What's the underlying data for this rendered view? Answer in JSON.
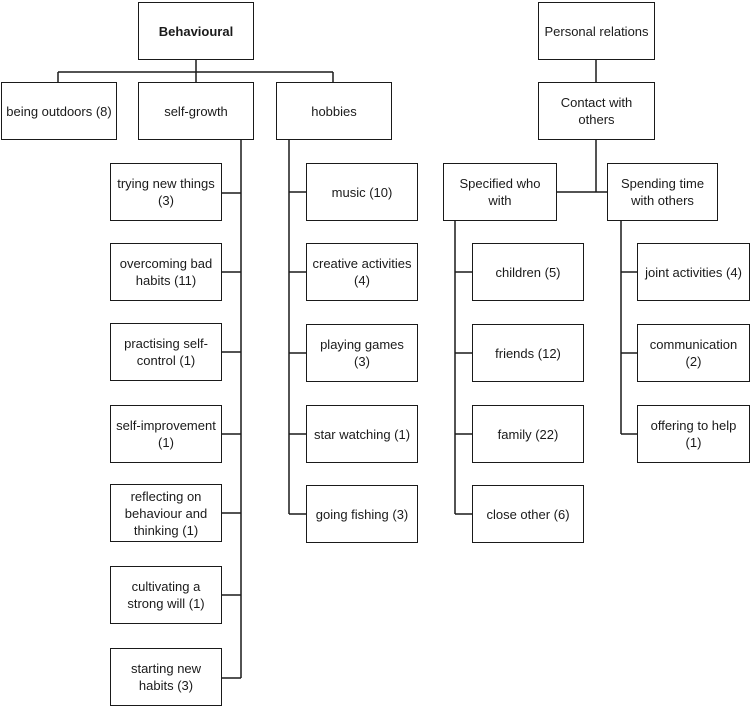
{
  "behavioural": {
    "root": "Behavioural",
    "being_outdoors": "being outdoors (8)",
    "self_growth": "self-growth",
    "hobbies": "hobbies",
    "self_growth_items": [
      "trying new things\n(3)",
      "overcoming bad\nhabits (11)",
      "practising self-\ncontrol (1)",
      "self-improvement\n(1)",
      "reflecting on\nbehaviour and\nthinking (1)",
      "cultivating a\nstrong will (1)",
      "starting new\nhabits (3)"
    ],
    "hobbies_items": [
      "music (10)",
      "creative activities\n(4)",
      "playing games (3)",
      "star watching (1)",
      "going fishing (3)"
    ]
  },
  "personal": {
    "root": "Personal relations",
    "contact": "Contact with\nothers",
    "specified": "Specified who\nwith",
    "spending": "Spending time\nwith others",
    "specified_items": [
      "children (5)",
      "friends (12)",
      "family (22)",
      "close other (6)"
    ],
    "spending_items": [
      "joint activities (4)",
      "communication\n(2)",
      "offering to help\n(1)"
    ]
  },
  "colors": {
    "line": "#1a1a1a",
    "box_border": "#1a1a1a",
    "background": "#ffffff"
  }
}
